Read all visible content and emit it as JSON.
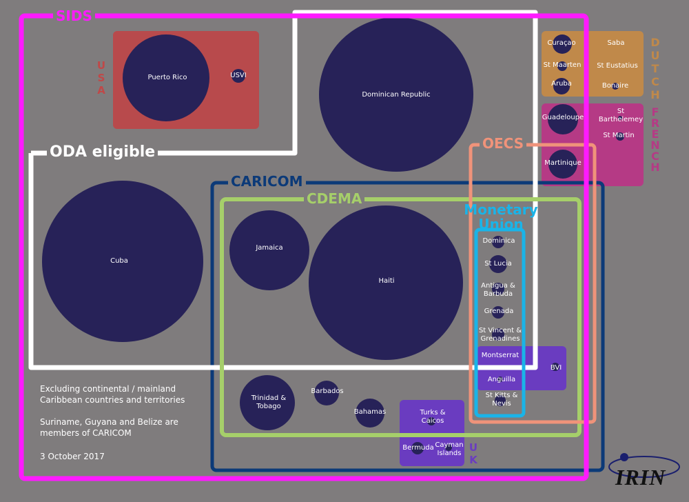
{
  "groups": {
    "sids": "SIDS",
    "oda": "ODA eligible",
    "usa": "USA",
    "caricom": "CARICOM",
    "cdema": "CDEMA",
    "oecs": "OECS",
    "monetary": "Monetary Union",
    "dutch": "DUTCH",
    "french": "FRENCH",
    "uk": "UK"
  },
  "countries": {
    "puerto_rico": "Puerto Rico",
    "usvi": "USVI",
    "dominican_republic": "Dominican Republic",
    "cuba": "Cuba",
    "jamaica": "Jamaica",
    "haiti": "Haiti",
    "trinidad": "Trinidad & Tobago",
    "barbados": "Barbados",
    "bahamas": "Bahamas",
    "curacao": "Curaçao",
    "saba": "Saba",
    "st_maarten": "St Maarten",
    "st_eustatius": "St Eustatius",
    "aruba": "Aruba",
    "bonaire": "Bonaire",
    "guadeloupe": "Guadeloupe",
    "st_barthelemey": "St Barthelemey",
    "st_martin": "St Martin",
    "martinique": "Martinique",
    "dominica": "Dominica",
    "st_lucia": "St Lucia",
    "antigua": "Antigua & Barbuda",
    "grenada": "Grenada",
    "st_vincent": "St Vincent & Grenadines",
    "montserrat": "Montserrat",
    "bvi": "BVI",
    "anguilla": "Anguilla",
    "st_kitts": "St Kitts & Nevis",
    "turks": "Turks & Caicos",
    "bermuda": "Bermuda",
    "cayman": "Cayman Islands"
  },
  "notes": {
    "line1": "Excluding continental / mainland Caribbean countries and territories",
    "line2": "Suriname, Guyana and Belize are members of CARICOM",
    "date": "3 October 2017"
  },
  "logo": "IRIN",
  "colors": {
    "sids": "#ff1aff",
    "oda": "#ffffff",
    "usa": "#b84a4c",
    "caricom": "#0c3a78",
    "cdema": "#a6cf6a",
    "oecs": "#f0937a",
    "monetary": "#1ab4e8",
    "dutch": "#c0894a",
    "french": "#b53a85",
    "uk": "#6a3cc0",
    "circle": "#272258"
  }
}
